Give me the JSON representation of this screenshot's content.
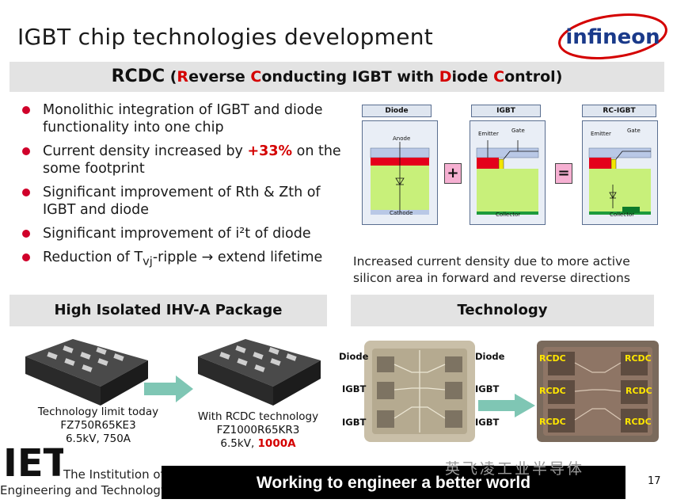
{
  "slide": {
    "title": "IGBT chip technologies development",
    "logo_text": "infineon",
    "page_number": "17"
  },
  "rcdc_band": {
    "acronym": "RCDC",
    "open_paren": " (",
    "r": "R",
    "r_rest": "everse ",
    "c1": "C",
    "c1_rest": "onducting IGBT with ",
    "d": "D",
    "d_rest": "iode ",
    "c2": "C",
    "c2_rest": "ontrol",
    "close_paren": ")"
  },
  "bullets": [
    {
      "text": "Monolithic integration of IGBT and diode functionality into one chip"
    },
    {
      "text_before": "Current density increased by ",
      "highlight": "+33%",
      "text_after": " on the some footprint"
    },
    {
      "text": "Significant improvement of Rth & Zth of IGBT and diode"
    },
    {
      "text": "Significant improvement of i²t of diode"
    },
    {
      "text_before": "Reduction of T",
      "subscript": "vj",
      "text_after": "-ripple → extend lifetime"
    }
  ],
  "diagrams": {
    "diode": {
      "title": "Diode",
      "top_label": "Anode",
      "bottom_label": "Cathode"
    },
    "igbt": {
      "title": "IGBT",
      "emitter": "Emitter",
      "gate": "Gate",
      "bottom_label": "Collector"
    },
    "rcigbt": {
      "title": "RC-IGBT",
      "emitter": "Emitter",
      "gate": "Gate",
      "bottom_label": "Collector"
    },
    "plus": "+",
    "equals": "="
  },
  "caption": "Increased current density due to more active silicon area in forward and reverse directions",
  "sections": {
    "package_title": "High Isolated IHV-A Package",
    "technology_title": "Technology"
  },
  "packages": {
    "left": {
      "line1": "Technology limit today",
      "line2": "FZ750R65KE3",
      "line3": "6.5kV, 750A"
    },
    "right": {
      "line1": "With RCDC technology",
      "line2": "FZ1000R65KR3",
      "line3_prefix": "6.5kV, ",
      "line3_highlight": "1000A"
    }
  },
  "chip_labels": {
    "diode_left": "Diode",
    "igbt_left_1": "IGBT",
    "igbt_left_2": "IGBT",
    "diode_right": "Diode",
    "igbt_right_1": "IGBT",
    "igbt_right_2": "IGBT",
    "rcdc": [
      "RCDC",
      "RCDC",
      "RCDC",
      "RCDC",
      "RCDC",
      "RCDC"
    ]
  },
  "footer": {
    "iet_letters": "IET",
    "iet_line1": "The Institution of",
    "iet_line2": "Engineering and Technology",
    "tagline": "Working to engineer a better world",
    "watermark": "英飞凌工业半导体"
  },
  "colors": {
    "accent_red": "#d40000",
    "band_gray": "#e3e3e3",
    "bullet_dot": "#d0002a",
    "arrow_teal": "#7fc6b4",
    "op_pink": "#f6b0d2"
  }
}
